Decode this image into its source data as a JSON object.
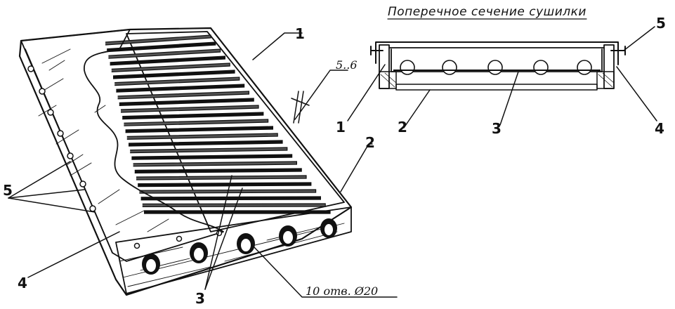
{
  "cross_section_title": "Поперечное сечение сушилки",
  "dimension_gap": "5..6",
  "holes_note": "10 отв. Ø20",
  "callouts": {
    "one": "1",
    "two": "2",
    "three": "3",
    "four": "4",
    "five": "5"
  }
}
